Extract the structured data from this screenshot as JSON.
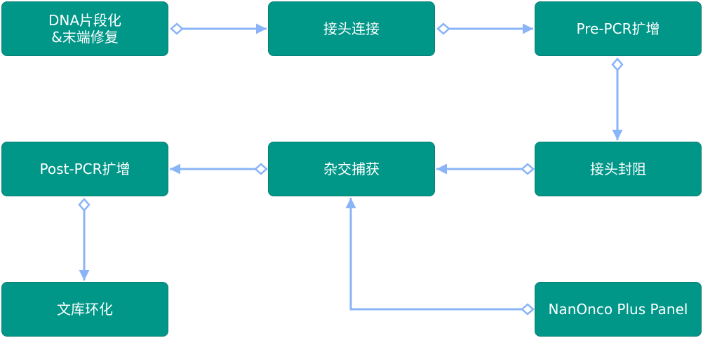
{
  "nodes": {
    "dna_fragmentation": "DNA片段化\n&末端修复",
    "adapter_ligation": "接头连接",
    "pre_pcr": "Pre-PCR扩增",
    "adapter_blocking": "接头封阻",
    "hybrid_capture": "杂交捕获",
    "post_pcr": "Post-PCR扩增",
    "library_circularization": "文库环化",
    "nanonco_panel": "NanOnco Plus Panel"
  },
  "colors": {
    "node_fill": "#009688",
    "node_border": "#0b7f74",
    "node_text": "#ffffff",
    "connector": "#8ab4f8"
  }
}
